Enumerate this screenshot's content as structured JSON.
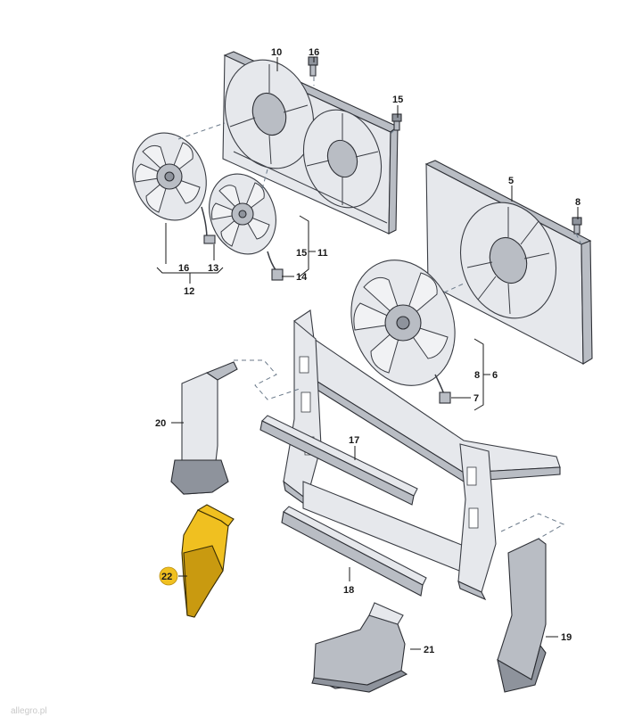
{
  "diagram": {
    "callouts": {
      "p1": "10",
      "p2": "16",
      "p3": "15",
      "p4": "5",
      "p5": "8",
      "p6": "16",
      "p7": "13",
      "p8": "12",
      "p9": "15",
      "p10": "11",
      "p11": "14",
      "p12": "8",
      "p13": "6",
      "p14": "7",
      "p15": "20",
      "p16": "17",
      "p17": "22",
      "p18": "18",
      "p19": "19",
      "p20": "21"
    },
    "highlighted_part": "22",
    "highlight_color": "#f0c020",
    "watermark": "allegro.pl"
  }
}
